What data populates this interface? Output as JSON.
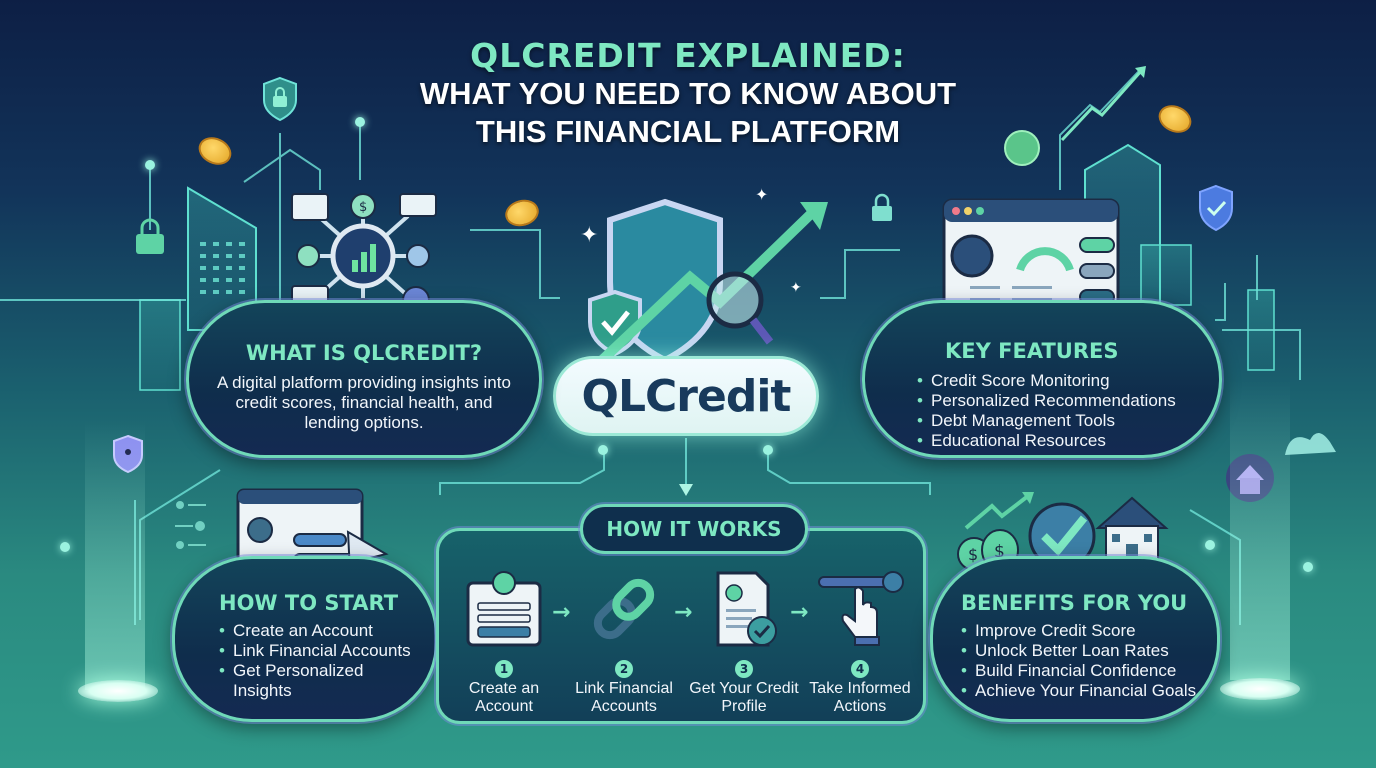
{
  "header": {
    "title": "QLCREDIT EXPLAINED:",
    "subtitle_line1": "WHAT YOU NEED TO KNOW ABOUT",
    "subtitle_line2": "THIS FINANCIAL PLATFORM"
  },
  "logo": {
    "text": "QLCredit",
    "icons": [
      "shield-check-icon",
      "trend-arrow-icon",
      "magnifier-icon"
    ]
  },
  "what_is": {
    "title": "WHAT IS QLCREDIT?",
    "description": "A digital platform providing insights into credit scores, financial health, and lending options."
  },
  "key_features": {
    "title": "KEY FEATURES",
    "items": [
      "Credit Score Monitoring",
      "Personalized Recommendations",
      "Debt Management Tools",
      "Educational Resources"
    ]
  },
  "how_to_start": {
    "title": "HOW TO START",
    "items": [
      "Create an Account",
      "Link Financial Accounts",
      "Get Personalized Insights"
    ]
  },
  "how_it_works": {
    "title": "HOW IT WORKS",
    "steps": [
      {
        "num": "1",
        "label": "Create an Account",
        "icon": "account-form-icon"
      },
      {
        "num": "2",
        "label": "Link Financial Accounts",
        "icon": "chain-link-icon"
      },
      {
        "num": "3",
        "label": "Get Your Credit Profile",
        "icon": "credit-profile-doc-icon"
      },
      {
        "num": "4",
        "label": "Take Informed Actions",
        "icon": "hand-pointer-slider-icon"
      }
    ]
  },
  "benefits": {
    "title": "BENEFITS FOR YOU",
    "items": [
      "Improve Credit Score",
      "Unlock Better Loan Rates",
      "Build Financial Confidence",
      "Achieve Your Financial Goals"
    ]
  },
  "colors": {
    "accent": "#7ee8c2",
    "panel_dark": "#0f2d4c",
    "bg_top": "#0d1f45",
    "bg_bottom": "#2f9a8a",
    "logo_text": "#183a5c"
  }
}
